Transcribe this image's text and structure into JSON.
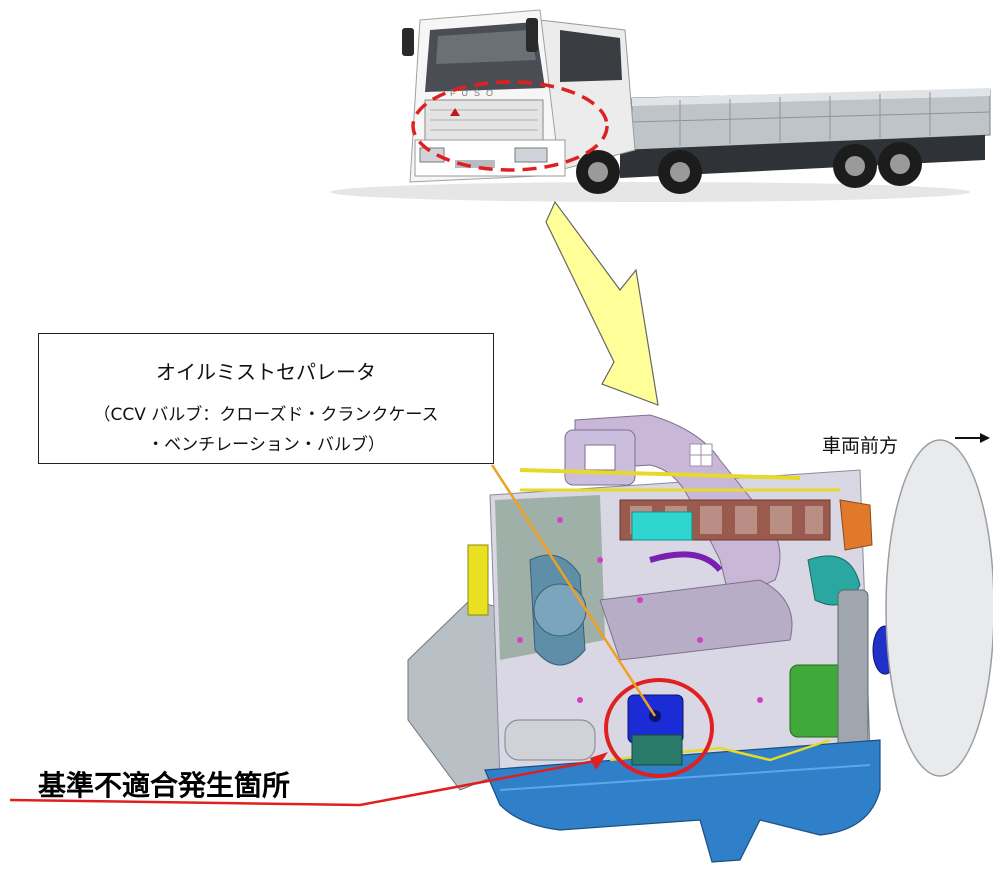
{
  "callout": {
    "title": "オイルミストセパレータ",
    "subtitle_line1": "（CCV バルブ：クローズド・クランクケース",
    "subtitle_line2": "・ベンチレーション・バルブ）"
  },
  "direction": {
    "label": "車両前方"
  },
  "defect": {
    "label": "基準不適合発生箇所"
  },
  "truck": {
    "brand_badge": "FUSO"
  },
  "colors": {
    "highlight_red": "#e02020",
    "arrow_fill": "#ffff99",
    "callout_line": "#f0a020",
    "engine_block": "#3a8fd8",
    "engine_pipes": "#c9b7d8",
    "valve_blue": "#1b2bd6"
  }
}
